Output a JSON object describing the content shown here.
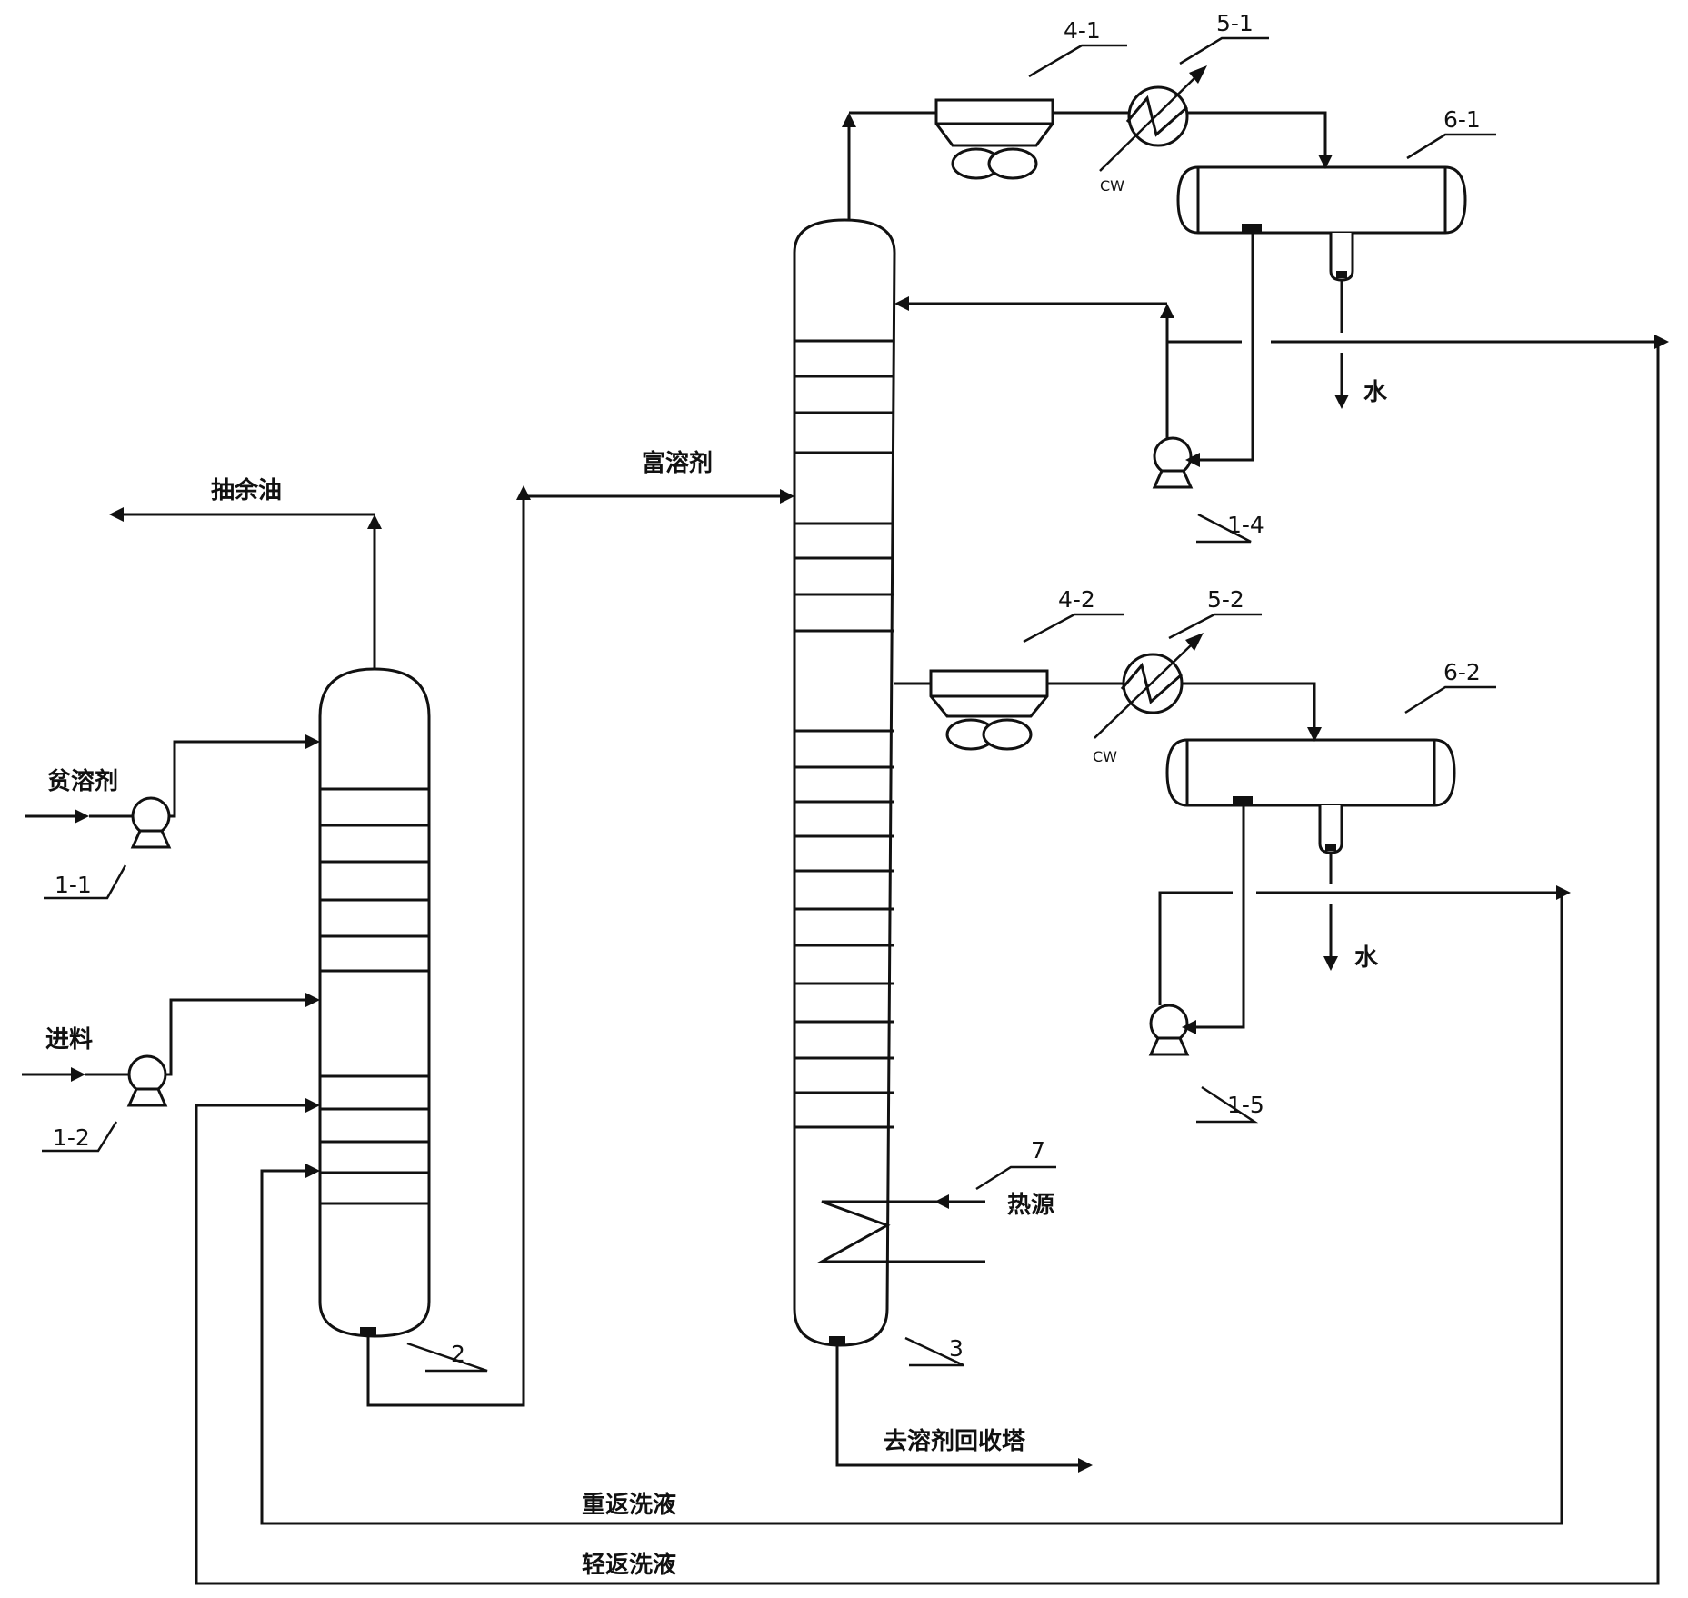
{
  "labels": {
    "raffinate_oil": "抽余油",
    "lean_solvent": "贫溶剂",
    "feed": "进料",
    "rich_solvent": "富溶剂",
    "water_1": "水",
    "water_2": "水",
    "heat_source": "热源",
    "to_solvent_recovery": "去溶剂回收塔",
    "heavy_backwash": "重返洗液",
    "light_backwash": "轻返洗液",
    "cw_1": "CW",
    "cw_2": "CW"
  },
  "tags": {
    "pump_1_1": "1-1",
    "pump_1_2": "1-2",
    "pump_1_4": "1-4",
    "pump_1_5": "1-5",
    "column_2": "2",
    "column_3": "3",
    "cooler_4_1": "4-1",
    "cooler_4_2": "4-2",
    "exchanger_5_1": "5-1",
    "exchanger_5_2": "5-2",
    "drum_6_1": "6-1",
    "drum_6_2": "6-2",
    "heater_7": "7"
  }
}
